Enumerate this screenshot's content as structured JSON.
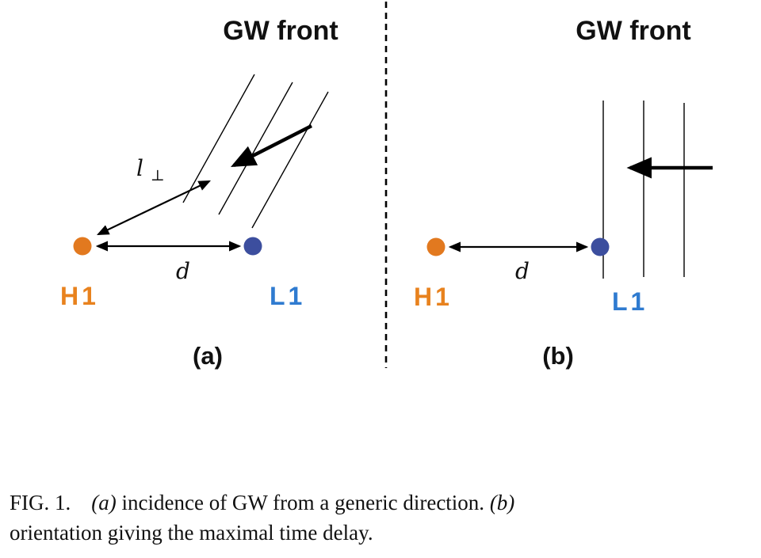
{
  "figure": {
    "panel_a": {
      "gw_front_label": "GW front",
      "l_perp_main": "l",
      "l_perp_sub": "⊥",
      "d_label": "d",
      "h1_label": "H1",
      "l1_label": "L1",
      "panel_label": "(a)"
    },
    "panel_b": {
      "gw_front_label": "GW front",
      "d_label": "d",
      "h1_label": "H1",
      "l1_label": "L1",
      "panel_label": "(b)"
    },
    "colors": {
      "h1_dot": "#E2791F",
      "l1_dot": "#3C4E9E",
      "h1_text": "#E8821E",
      "l1_text": "#2F7BD0",
      "stroke": "#000000"
    },
    "caption": {
      "prefix": "FIG. 1.",
      "a_label": "(a)",
      "a_text": "incidence of GW from a generic direction.",
      "b_label": "(b)",
      "b_text": "orientation giving the maximal time delay."
    }
  }
}
